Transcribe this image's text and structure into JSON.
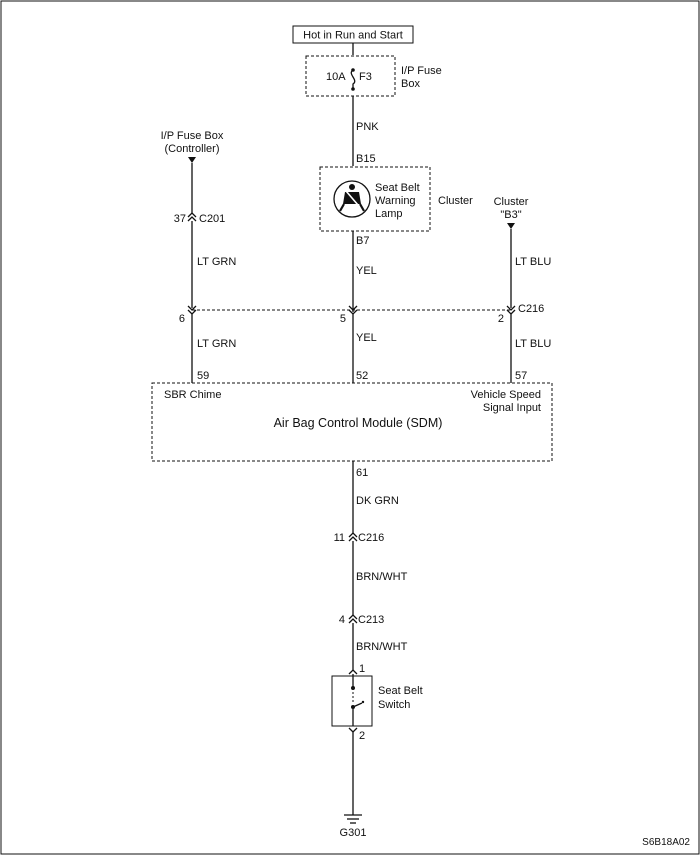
{
  "power": {
    "label": "Hot in Run and Start"
  },
  "fuse": {
    "amperage": "10A",
    "id": "F3",
    "box_line1": "I/P Fuse",
    "box_line2": "Box"
  },
  "wires": {
    "pnk": "PNK",
    "yel_upper": "YEL",
    "yel_lower": "YEL",
    "ltgrn_upper": "LT GRN",
    "ltgrn_lower": "LT GRN",
    "ltblu_upper": "LT BLU",
    "ltblu_lower": "LT BLU",
    "dkgrn": "DK GRN",
    "brnwht_upper": "BRN/WHT",
    "brnwht_lower": "BRN/WHT"
  },
  "pins": {
    "b15": "B15",
    "b7": "B7",
    "p37": "37",
    "c201": "C201",
    "p6": "6",
    "p5": "5",
    "p2": "2",
    "c216_top": "C216",
    "p59": "59",
    "p52": "52",
    "p57": "57",
    "p61": "61",
    "p11": "11",
    "c216_bot": "C216",
    "p4": "4",
    "c213": "C213",
    "sw1": "1",
    "sw2": "2"
  },
  "lamp": {
    "line1": "Seat Belt",
    "line2": "Warning",
    "line3": "Lamp",
    "cluster": "Cluster"
  },
  "left_source": {
    "line1": "I/P Fuse Box",
    "line2": "(Controller)"
  },
  "right_source": {
    "line1": "Cluster",
    "line2": "\"B3\""
  },
  "module": {
    "title": "Air Bag Control Module (SDM)",
    "left_label": "SBR Chime",
    "right_line1": "Vehicle Speed",
    "right_line2": "Signal Input"
  },
  "switch": {
    "line1": "Seat Belt",
    "line2": "Switch"
  },
  "ground": {
    "label": "G301"
  },
  "figure_id": "S6B18A02"
}
